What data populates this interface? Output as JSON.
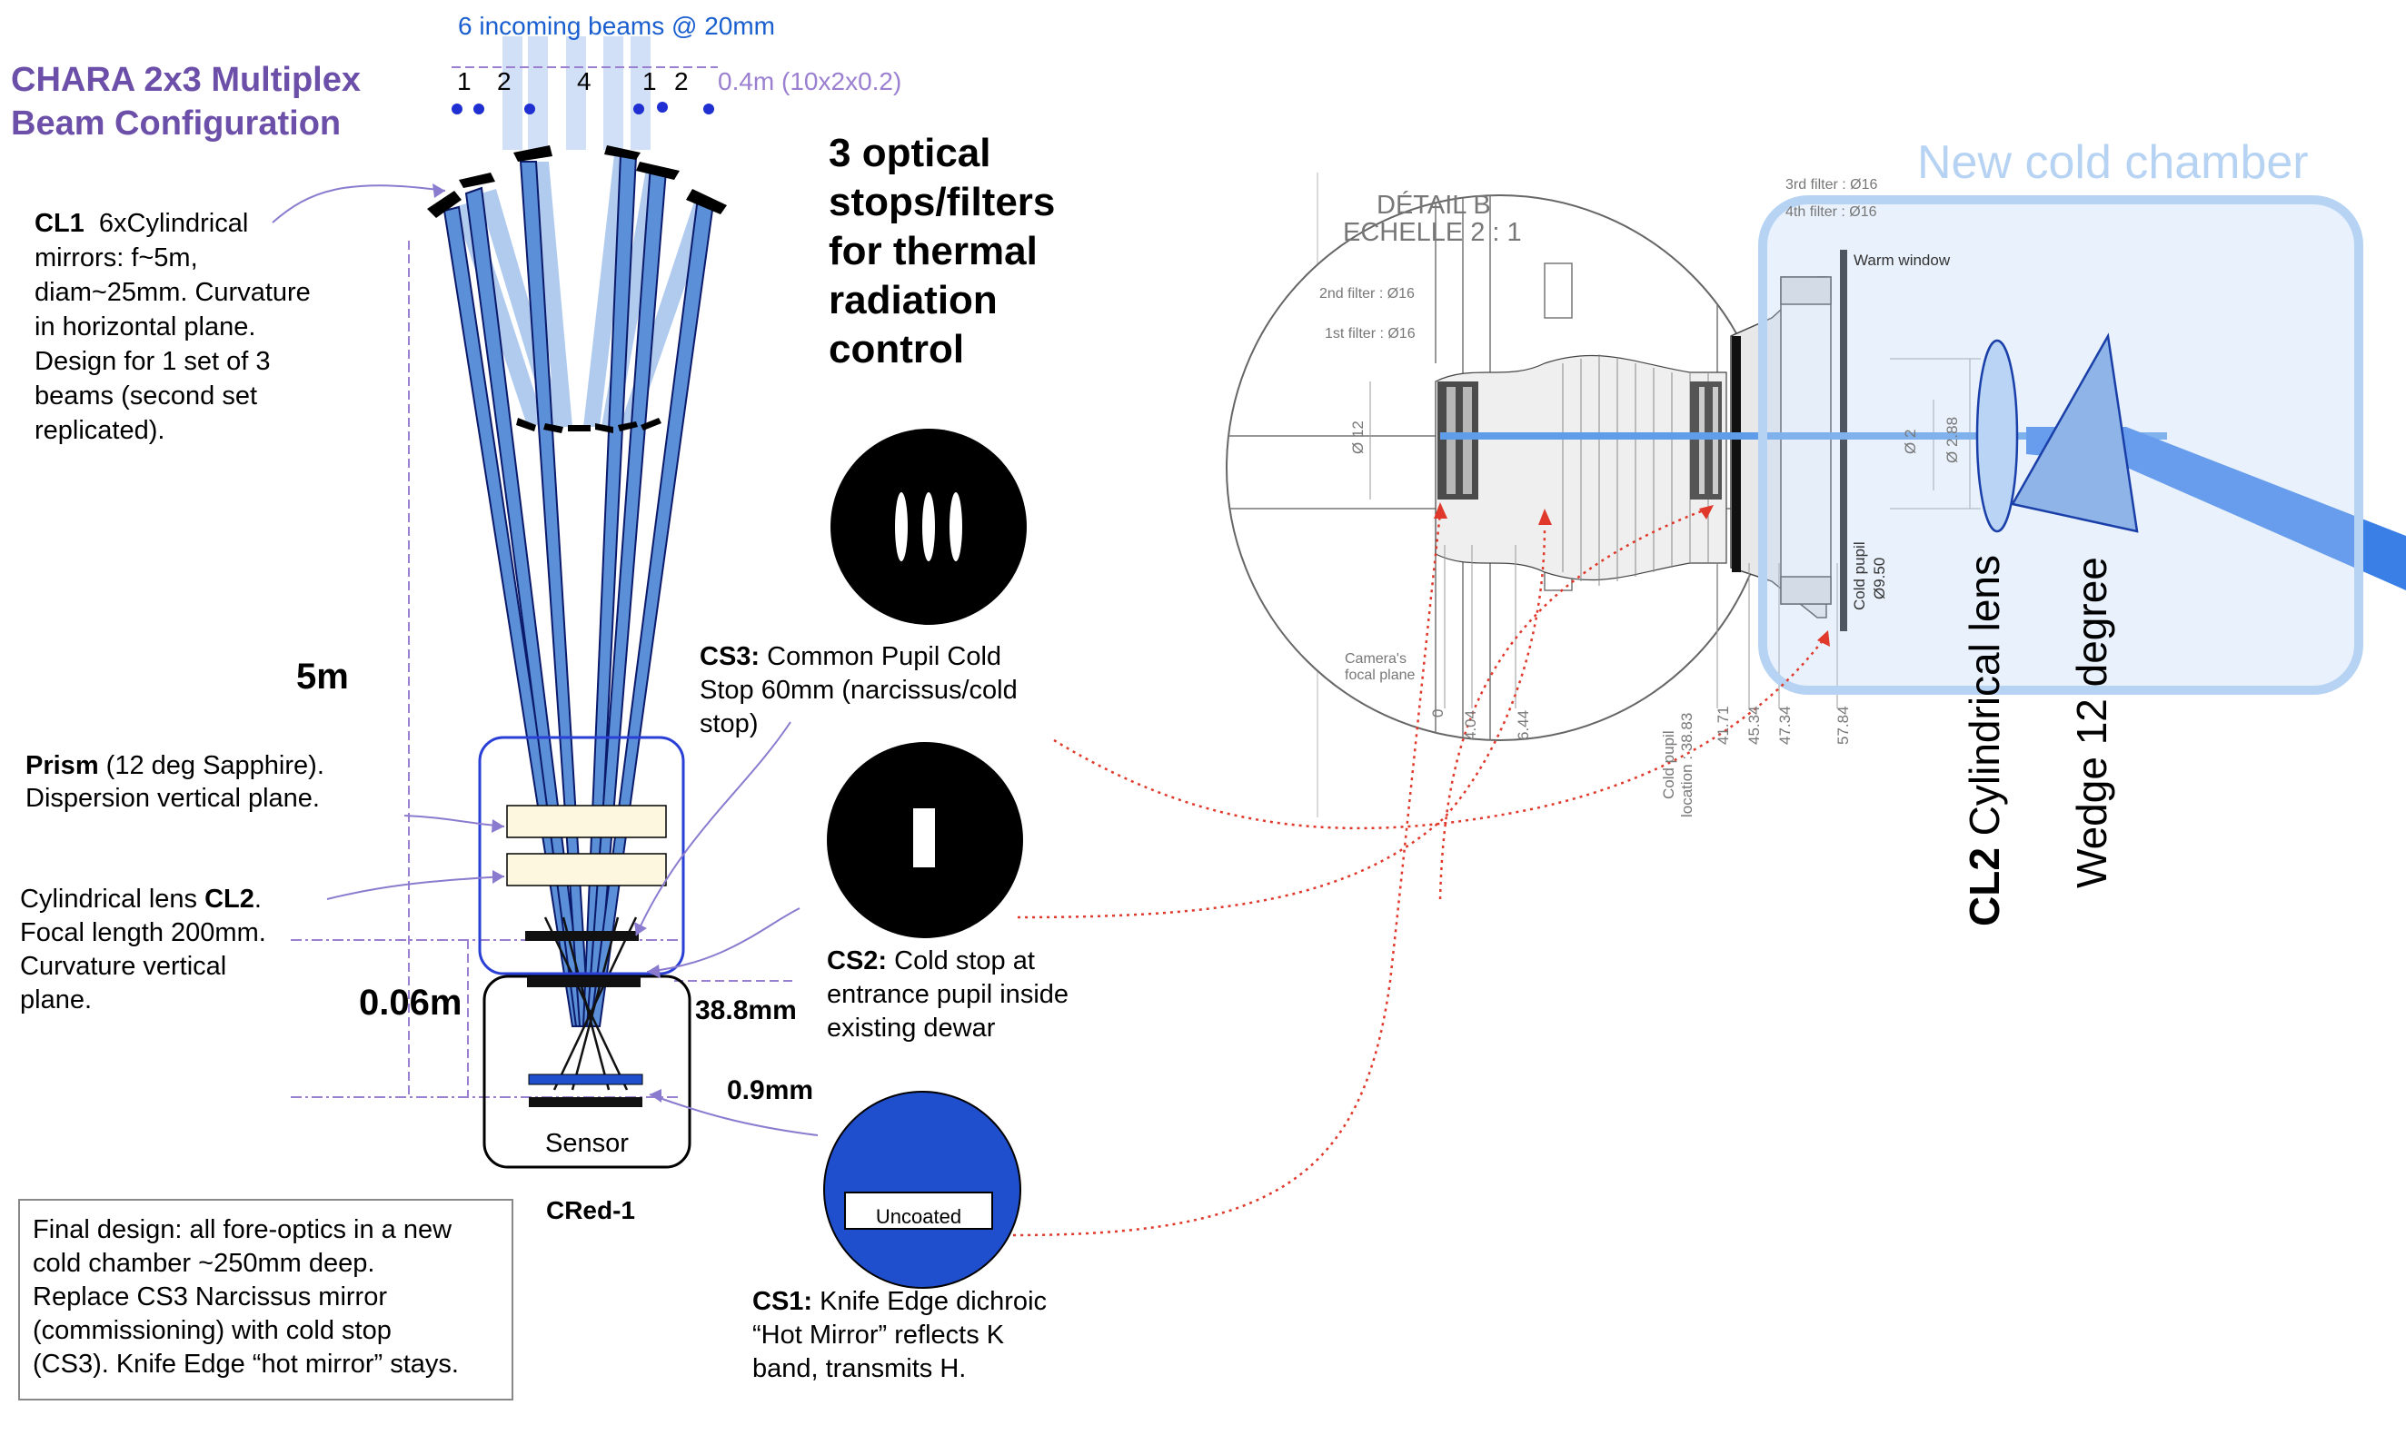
{
  "title": {
    "line1": "CHARA 2x3 Multiplex",
    "line2": "Beam Configuration"
  },
  "incoming_beams": "6 incoming beams @ 20mm",
  "beam_numbers": [
    "1",
    "2",
    "4",
    "1",
    "2"
  ],
  "beam_spacing_label": "0.4m (10x2x0.2)",
  "cl1": {
    "bold": "CL1",
    "lines": [
      "6xCylindrical",
      "mirrors: f~5m,",
      "diam~25mm. Curvature",
      "in horizontal plane.",
      "Design for 1 set of 3",
      "beams (second set",
      "replicated)."
    ]
  },
  "optical_stops_heading": [
    "3 optical",
    "stops/filters",
    "for thermal",
    "radiation",
    "control"
  ],
  "distance_5m": "5m",
  "distance_006m": "0.06m",
  "distance_388mm": "38.8mm",
  "distance_09mm": "0.9mm",
  "prism": {
    "bold": "Prism",
    "line1_rest": " (12 deg Sapphire).",
    "line2": "Dispersion vertical plane."
  },
  "cl2_left": {
    "line1_pre": "Cylindrical lens ",
    "bold": "CL2",
    "line1_post": ".",
    "lines": [
      "Focal length 200mm.",
      "Curvature vertical",
      "plane."
    ]
  },
  "sensor_label": "Sensor",
  "camera_label": "CRed-1",
  "cs3": {
    "bold": "CS3:",
    "line1_rest": " Common Pupil Cold",
    "lines": [
      "Stop 60mm (narcissus/cold",
      "stop)"
    ]
  },
  "cs2": {
    "bold": "CS2:",
    "line1_rest": " Cold stop at",
    "lines": [
      "entrance pupil inside",
      "existing dewar"
    ]
  },
  "cs1": {
    "bold": "CS1:",
    "line1_rest": " Knife Edge dichroic",
    "lines": [
      "“Hot Mirror” reflects K",
      "band, transmits H."
    ]
  },
  "uncoated_label": "Uncoated",
  "final_design": [
    "Final design: all fore-optics in a new",
    "cold chamber ~250mm deep.",
    "Replace CS3 Narcissus mirror",
    "(commissioning) with cold stop",
    "(CS3). Knife Edge “hot mirror” stays."
  ],
  "drawing": {
    "detail_title": "DÉTAIL B",
    "scale": "ECHELLE 2 : 1",
    "filter3": "3rd filter : Ø16",
    "filter4": "4th filter : Ø16",
    "filter2": "2nd filter : Ø16",
    "filter1": "1st filter : Ø16",
    "warm_window": "Warm window",
    "cold_pupil": "Cold pupil",
    "cold_pupil_diam": "Ø9.50",
    "camera_focal_plane": [
      "Camera's",
      "focal plane"
    ],
    "cold_pupil_location": [
      "Cold pupil",
      "location : 38.83"
    ],
    "diam_12": "Ø 12",
    "dim_labels": [
      "0",
      "4.04",
      "6.44",
      "41.71",
      "45.34",
      "47.34",
      "57.84"
    ],
    "right_dims": [
      "Ø 2",
      "Ø 2.88"
    ]
  },
  "new_cold_chamber": "New cold chamber",
  "cl2_right": {
    "bold": "CL2",
    "rest": " Cylindrical lens"
  },
  "wedge_label": "Wedge 12 degree",
  "colors": {
    "title_purple": "#6b4fa8",
    "beam_blue": "#1a5fcf",
    "accent_purple": "#9b7fd0",
    "red_dotted": "#e0392b",
    "chamber": "#b7d3f3"
  }
}
